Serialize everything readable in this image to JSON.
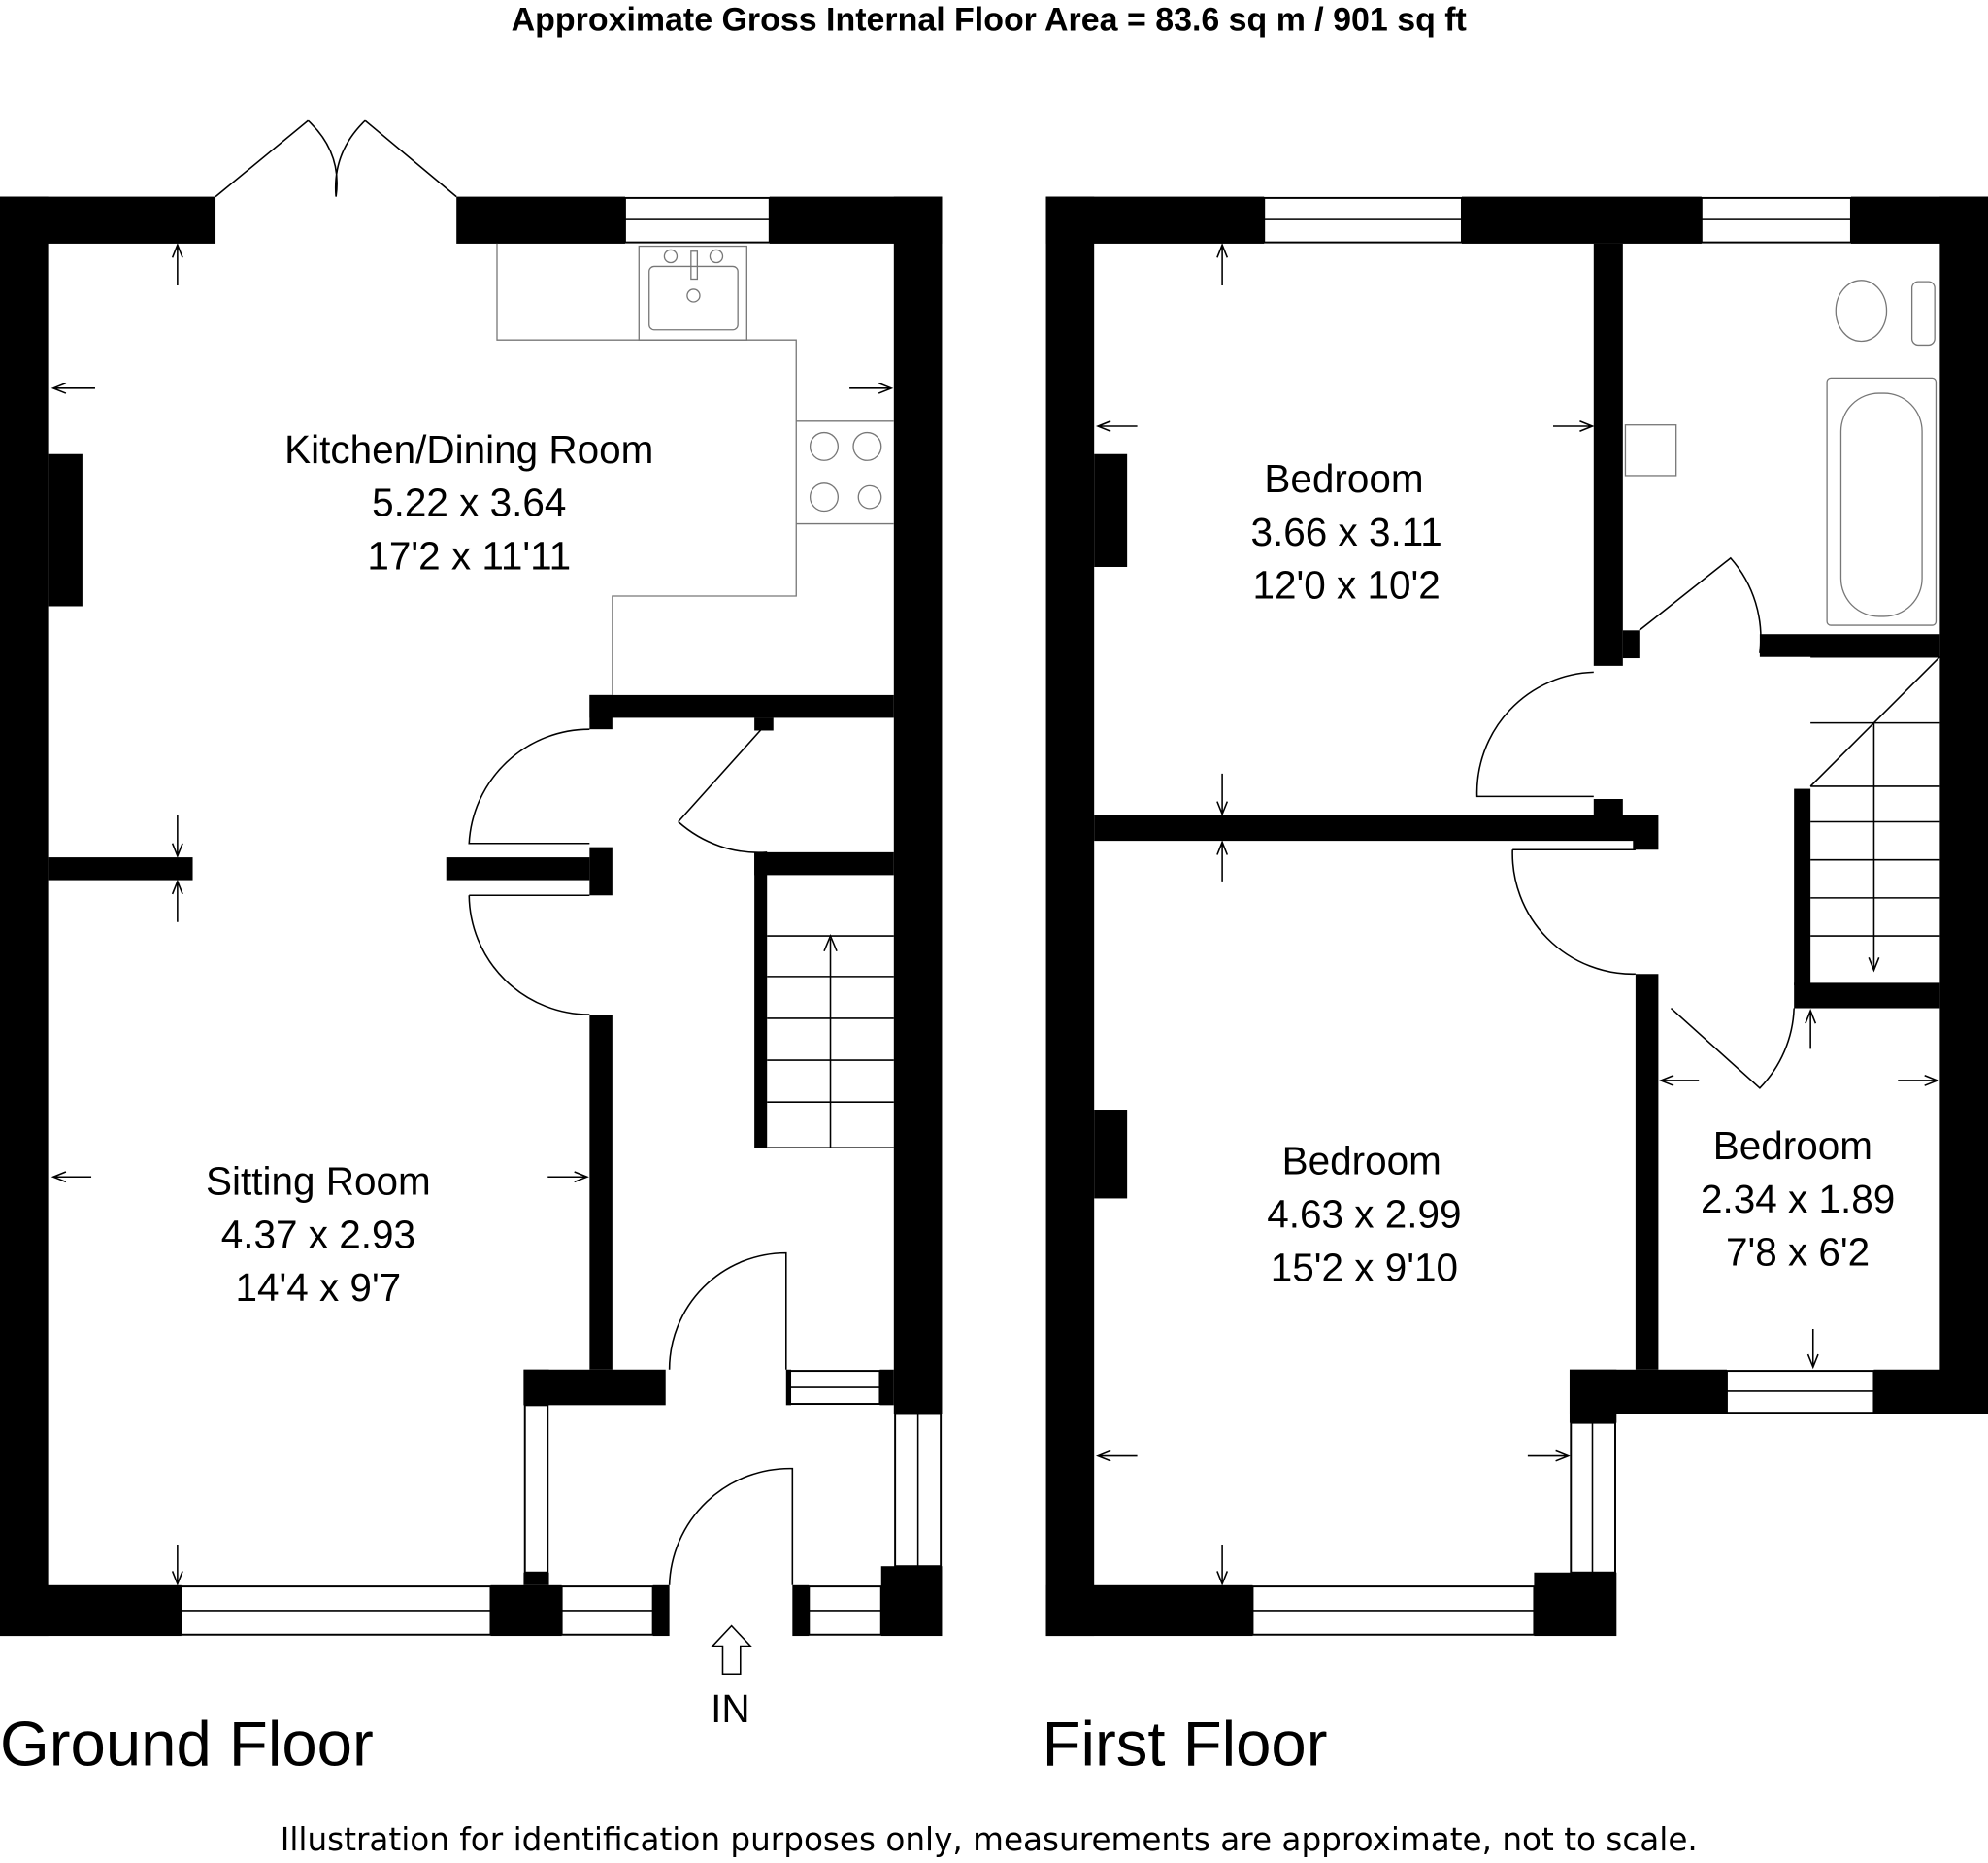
{
  "title": "Approximate Gross Internal Floor Area = 83.6 sq m / 901 sq ft",
  "floors": [
    {
      "label": "Ground Floor",
      "rooms": [
        {
          "name": "Kitchen/Dining Room",
          "metric": "5.22 x 3.64",
          "imperial": "17'2 x 11'11"
        },
        {
          "name": "Sitting Room",
          "metric": "4.37 x 2.93",
          "imperial": "14'4 x 9'7"
        }
      ],
      "entrance_label": "IN"
    },
    {
      "label": "First Floor",
      "rooms": [
        {
          "name": "Bedroom",
          "metric": "3.66 x 3.11",
          "imperial": "12'0 x 10'2"
        },
        {
          "name": "Bedroom",
          "metric": "4.63 x 2.99",
          "imperial": "15'2 x 9'10"
        },
        {
          "name": "Bedroom",
          "metric": "2.34 x 1.89",
          "imperial": "7'8 x 6'2"
        }
      ]
    }
  ],
  "disclaimer": "Illustration for identification purposes only, measurements are approximate, not to scale."
}
